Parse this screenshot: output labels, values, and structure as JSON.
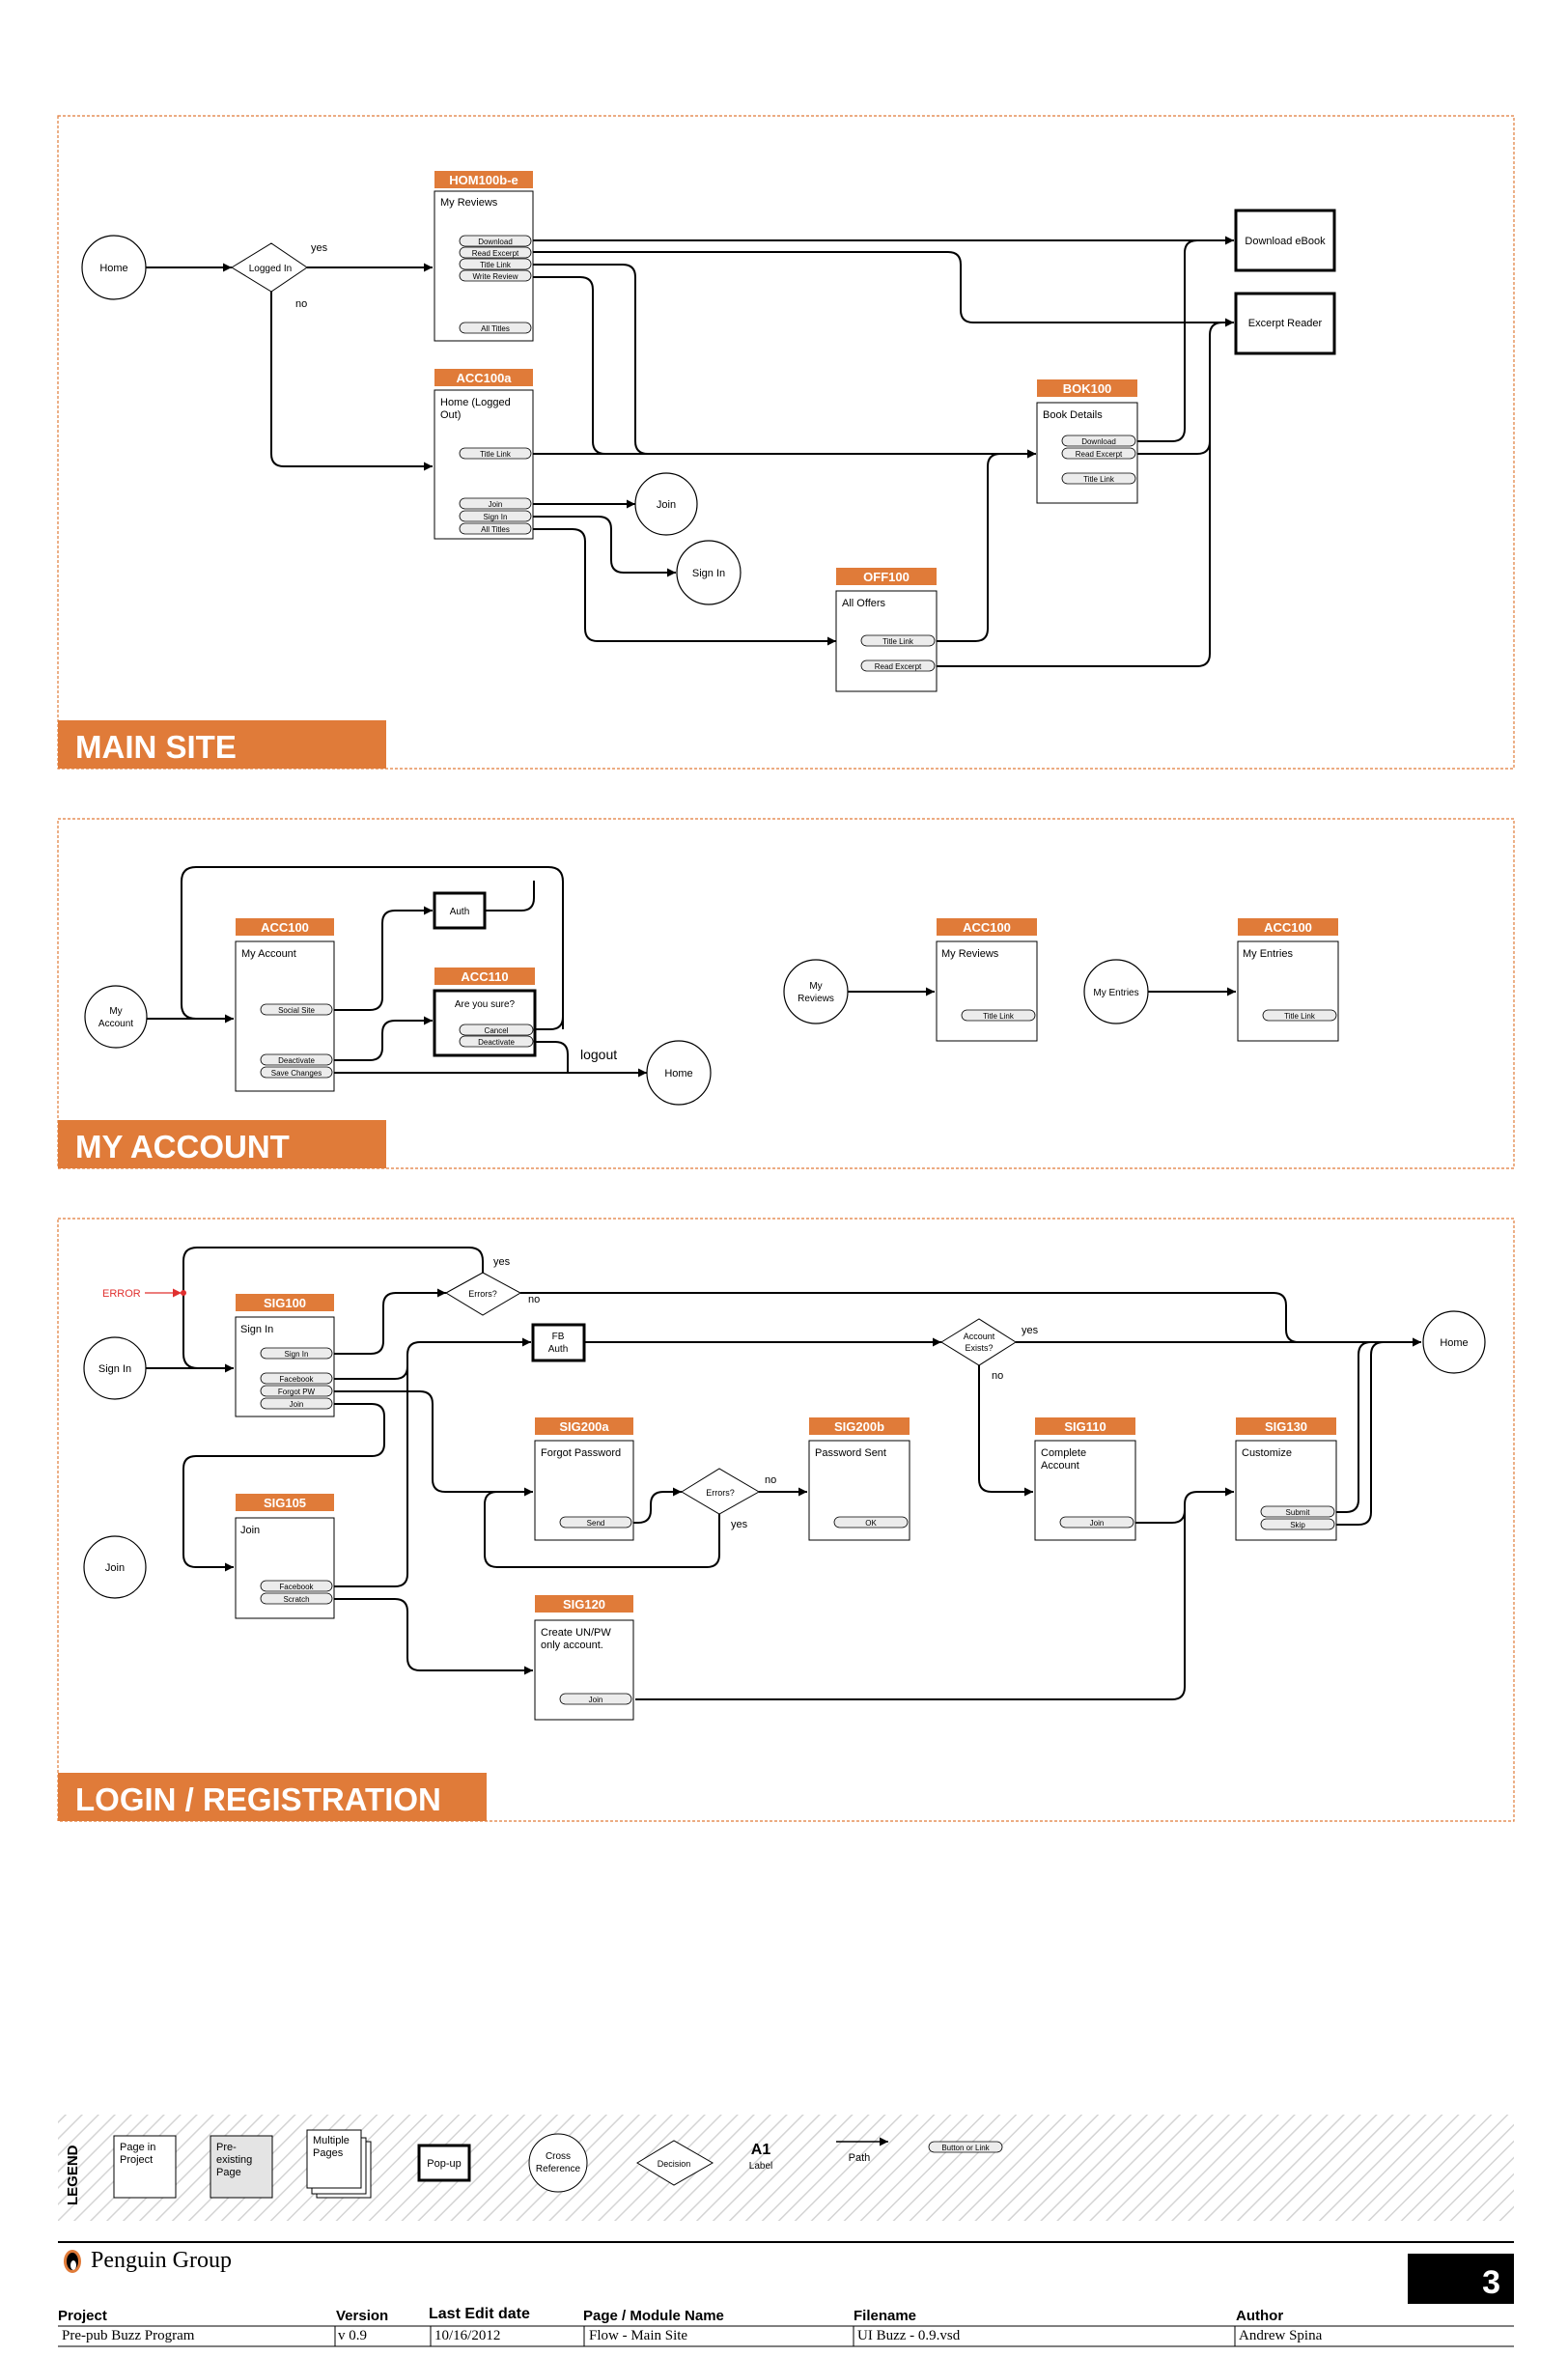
{
  "colors": {
    "accent": "#e07b39",
    "line": "#000000",
    "frame": "#e07b39",
    "error": "#e0302f",
    "legend_gray": "#e8e8e8"
  },
  "sections": {
    "main_site": "MAIN SITE",
    "my_account": "MY ACCOUNT",
    "login": "LOGIN / REGISTRATION"
  },
  "main_site": {
    "home": "Home",
    "logged_in": "Logged In",
    "yes": "yes",
    "no": "no",
    "hom": {
      "code": "HOM100b-e",
      "title": "My Reviews",
      "buttons": [
        "Download",
        "Read Excerpt",
        "Title Link",
        "Write Review"
      ],
      "all_titles": "All Titles"
    },
    "acc100a": {
      "code": "ACC100a",
      "title_l1": "Home (Logged",
      "title_l2": "Out)",
      "title_link": "Title Link",
      "buttons": [
        "Join",
        "Sign In",
        "All Titles"
      ]
    },
    "join": "Join",
    "sign_in": "Sign In",
    "off": {
      "code": "OFF100",
      "title": "All Offers",
      "buttons": [
        "Title Link",
        "Read Excerpt"
      ]
    },
    "bok": {
      "code": "BOK100",
      "title": "Book Details",
      "buttons": [
        "Download",
        "Read Excerpt"
      ],
      "title_link": "Title Link"
    },
    "download_ebook": "Download eBook",
    "excerpt_reader": "Excerpt Reader"
  },
  "my_account": {
    "my_account_l1": "My",
    "my_account_l2": "Account",
    "acc100": {
      "code": "ACC100",
      "title": "My Account",
      "social": "Social Site",
      "buttons": [
        "Deactivate",
        "Save Changes"
      ]
    },
    "auth": "Auth",
    "acc110": {
      "code": "ACC110",
      "title": "Are you sure?",
      "buttons": [
        "Cancel",
        "Deactivate"
      ]
    },
    "logout": "logout",
    "home": "Home",
    "my_reviews_l1": "My",
    "my_reviews_l2": "Reviews",
    "acc100_reviews": {
      "code": "ACC100",
      "title": "My Reviews",
      "button": "Title Link"
    },
    "my_entries": "My Entries",
    "acc100_entries": {
      "code": "ACC100",
      "title": "My Entries",
      "button": "Title Link"
    }
  },
  "login": {
    "error": "ERROR",
    "errors_q": "Errors?",
    "yes": "yes",
    "no": "no",
    "sign_in": "Sign In",
    "sig100": {
      "code": "SIG100",
      "title": "Sign In",
      "button_sign_in": "Sign In",
      "buttons": [
        "Facebook",
        "Forgot PW",
        "Join"
      ]
    },
    "fb_auth_l1": "FB",
    "fb_auth_l2": "Auth",
    "account_exists_l1": "Account",
    "account_exists_l2": "Exists?",
    "home": "Home",
    "sig200a": {
      "code": "SIG200a",
      "title": "Forgot Password",
      "button": "Send"
    },
    "sig200b": {
      "code": "SIG200b",
      "title": "Password Sent",
      "button": "OK"
    },
    "sig110": {
      "code": "SIG110",
      "title_l1": "Complete",
      "title_l2": "Account",
      "button": "Join"
    },
    "sig130": {
      "code": "SIG130",
      "title": "Customize",
      "buttons": [
        "Submit",
        "Skip"
      ]
    },
    "join": "Join",
    "sig105": {
      "code": "SIG105",
      "title": "Join",
      "buttons": [
        "Facebook",
        "Scratch"
      ]
    },
    "sig120": {
      "code": "SIG120",
      "title_l1": "Create UN/PW",
      "title_l2": "only account.",
      "button": "Join"
    }
  },
  "legend": {
    "title": "LEGEND",
    "page_l1": "Page in",
    "page_l2": "Project",
    "pre_l1": "Pre-",
    "pre_l2": "existing",
    "pre_l3": "Page",
    "multi_l1": "Multiple",
    "multi_l2": "Pages",
    "popup": "Pop-up",
    "cross_l1": "Cross",
    "cross_l2": "Reference",
    "decision": "Decision",
    "a1": "A1",
    "label": "Label",
    "path": "Path",
    "button": "Button or Link"
  },
  "footer": {
    "company": "Penguin Group",
    "page_number": "3",
    "headers": {
      "project": "Project",
      "version": "Version",
      "last_edit": "Last Edit date",
      "page": "Page / Module Name",
      "filename": "Filename",
      "author": "Author"
    },
    "values": {
      "project": "Pre-pub Buzz Program",
      "version": "v 0.9",
      "last_edit": "10/16/2012",
      "page": "Flow -  Main Site",
      "filename": "UI Buzz - 0.9.vsd",
      "author": "Andrew Spina"
    }
  }
}
